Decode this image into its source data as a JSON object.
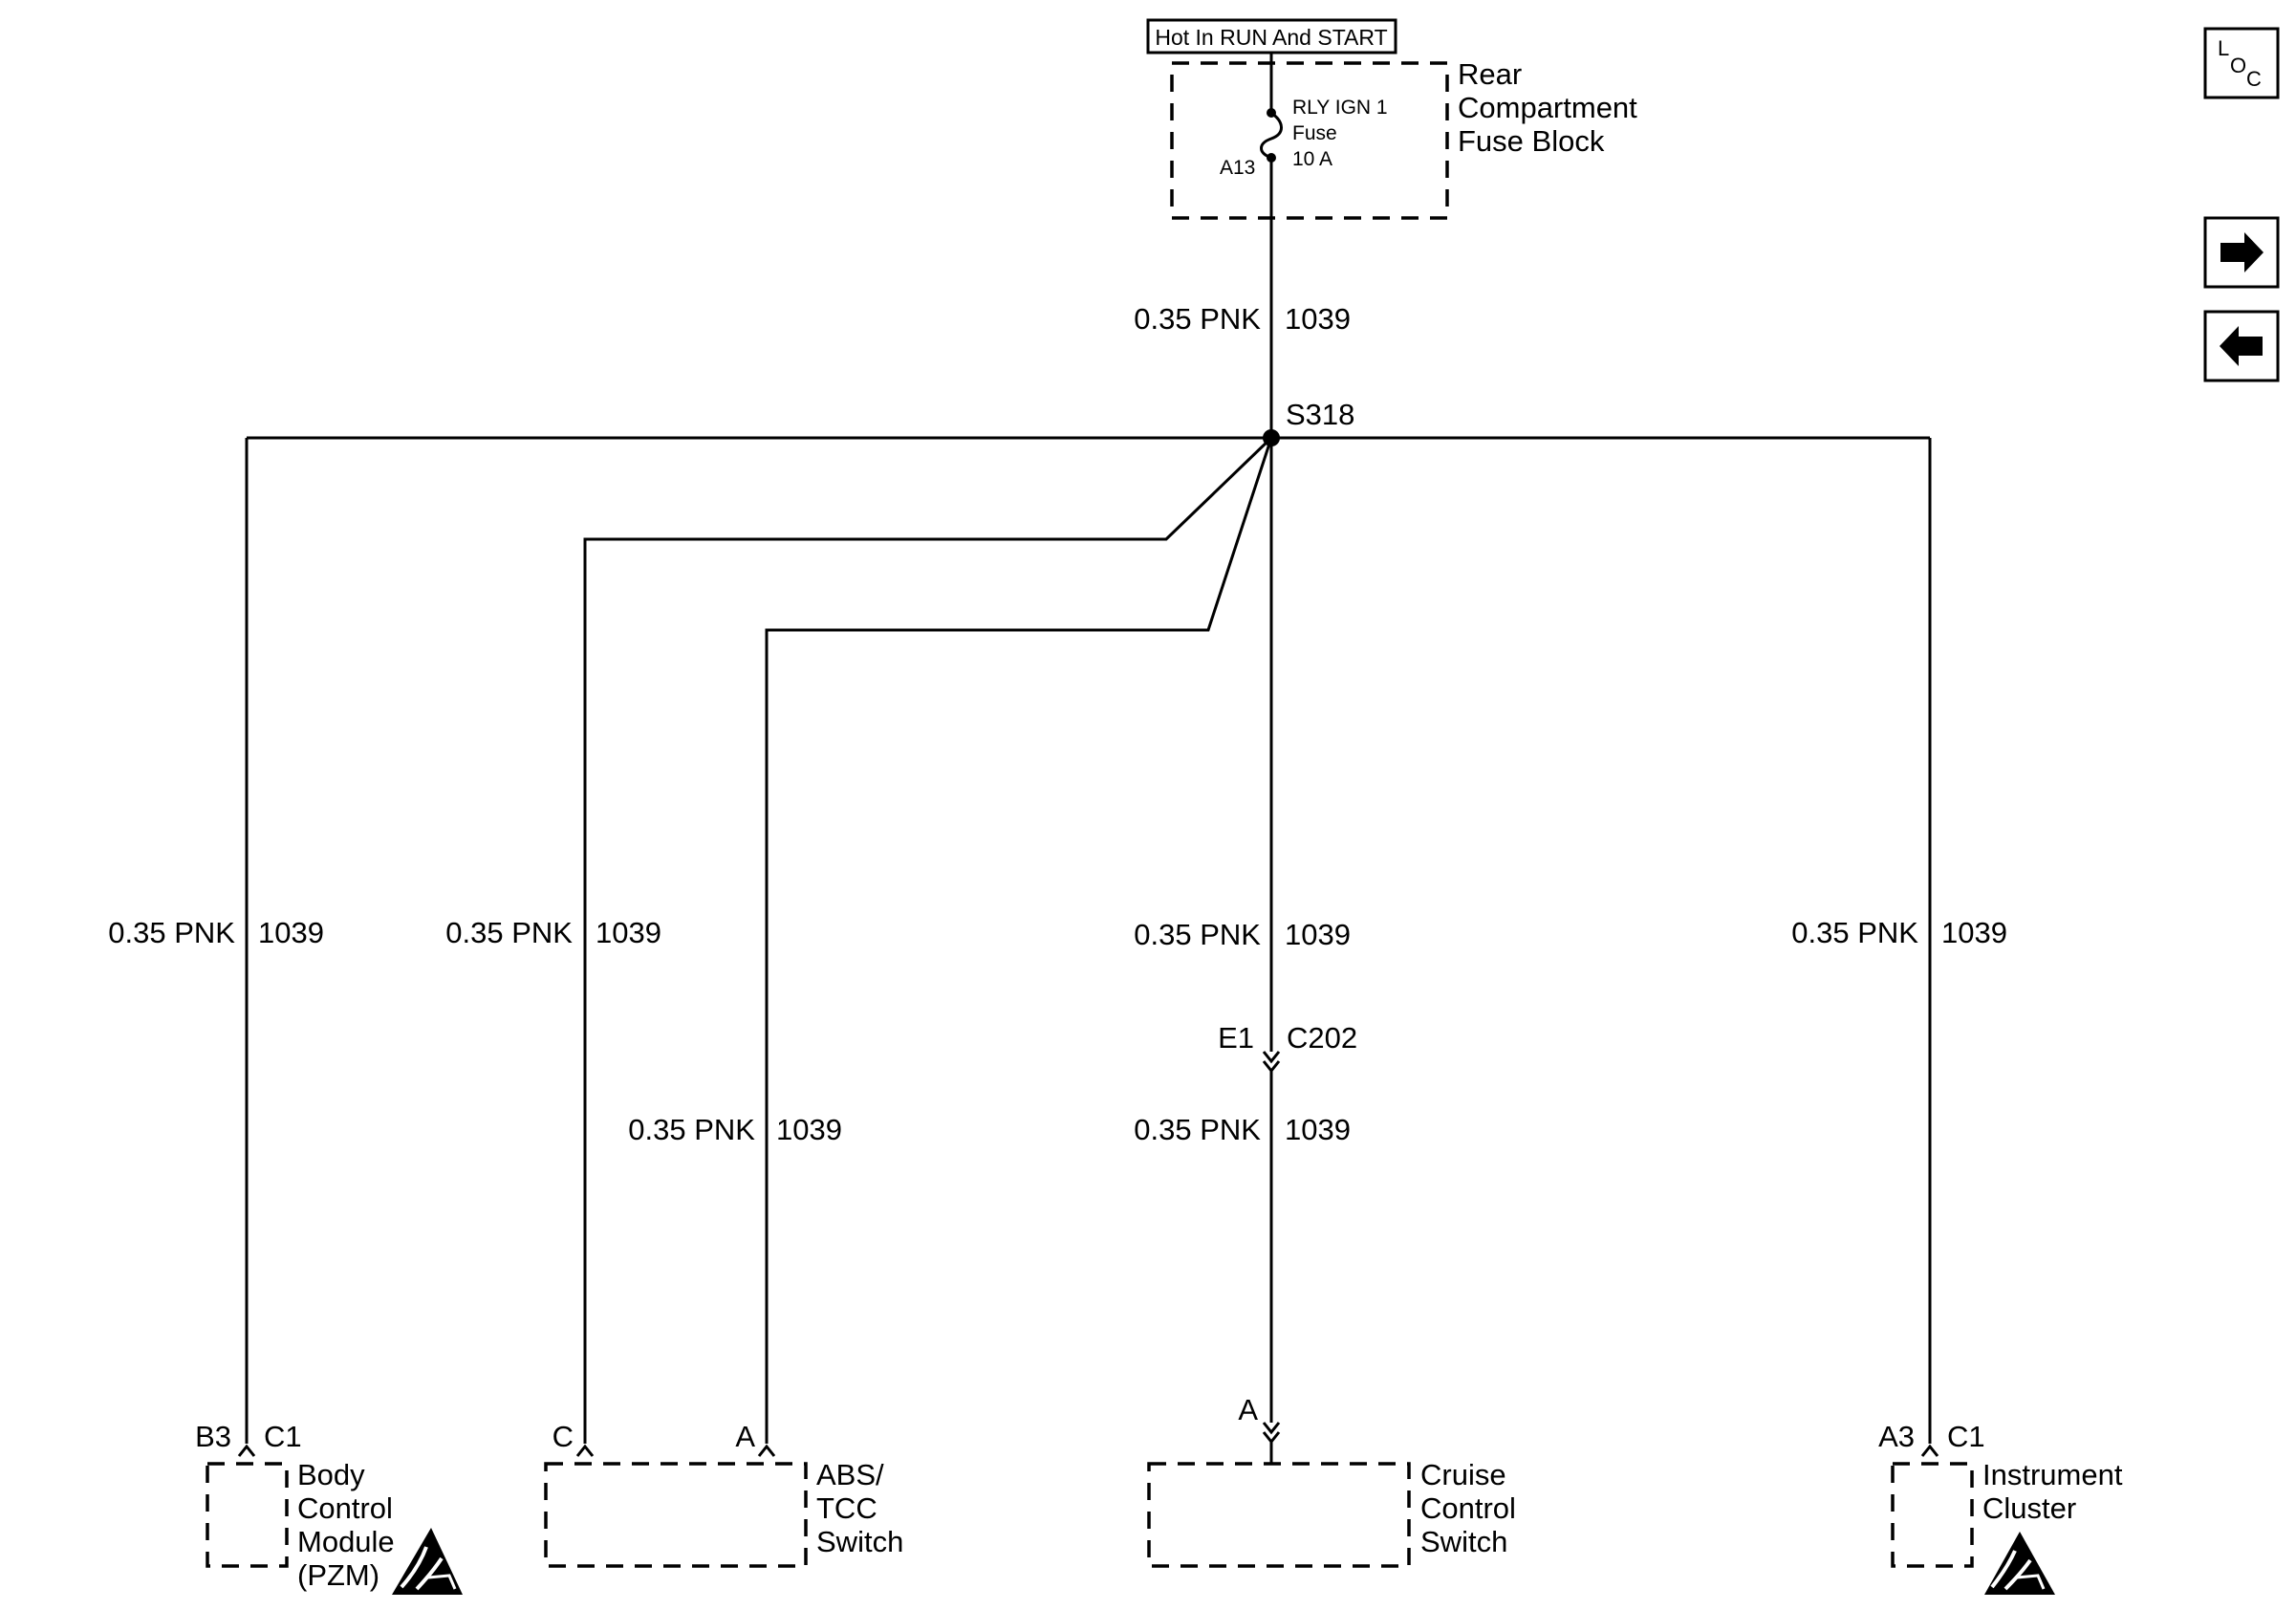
{
  "power_source": {
    "label": "Hot In RUN And START"
  },
  "fuse_block": {
    "name_lines": [
      "Rear",
      "Compartment",
      "Fuse Block"
    ],
    "fuse_lines": [
      "RLY IGN 1",
      "Fuse",
      "10 A"
    ],
    "terminal": "A13"
  },
  "wire": {
    "gauge_color": "0.35 PNK",
    "circuit": "1039"
  },
  "splice": {
    "label": "S318"
  },
  "inline_connector": {
    "pin": "E1",
    "id": "C202"
  },
  "components": {
    "bcm": {
      "pin": "B3",
      "connector": "C1",
      "name_lines": [
        "Body",
        "Control",
        "Module",
        "(PZM)"
      ]
    },
    "abs_tcc": {
      "pin_left": "C",
      "pin_right": "A",
      "name_lines": [
        "ABS/",
        "TCC",
        "Switch"
      ]
    },
    "cruise": {
      "pin": "A",
      "name_lines": [
        "Cruise",
        "Control",
        "Switch"
      ]
    },
    "cluster": {
      "pin": "A3",
      "connector": "C1",
      "name_lines": [
        "Instrument",
        "Cluster"
      ]
    }
  },
  "nav": {
    "loc_icon": "loc-icon",
    "next_icon": "arrow-right-icon",
    "prev_icon": "arrow-left-icon",
    "loc_letters": [
      "L",
      "O",
      "C"
    ]
  }
}
